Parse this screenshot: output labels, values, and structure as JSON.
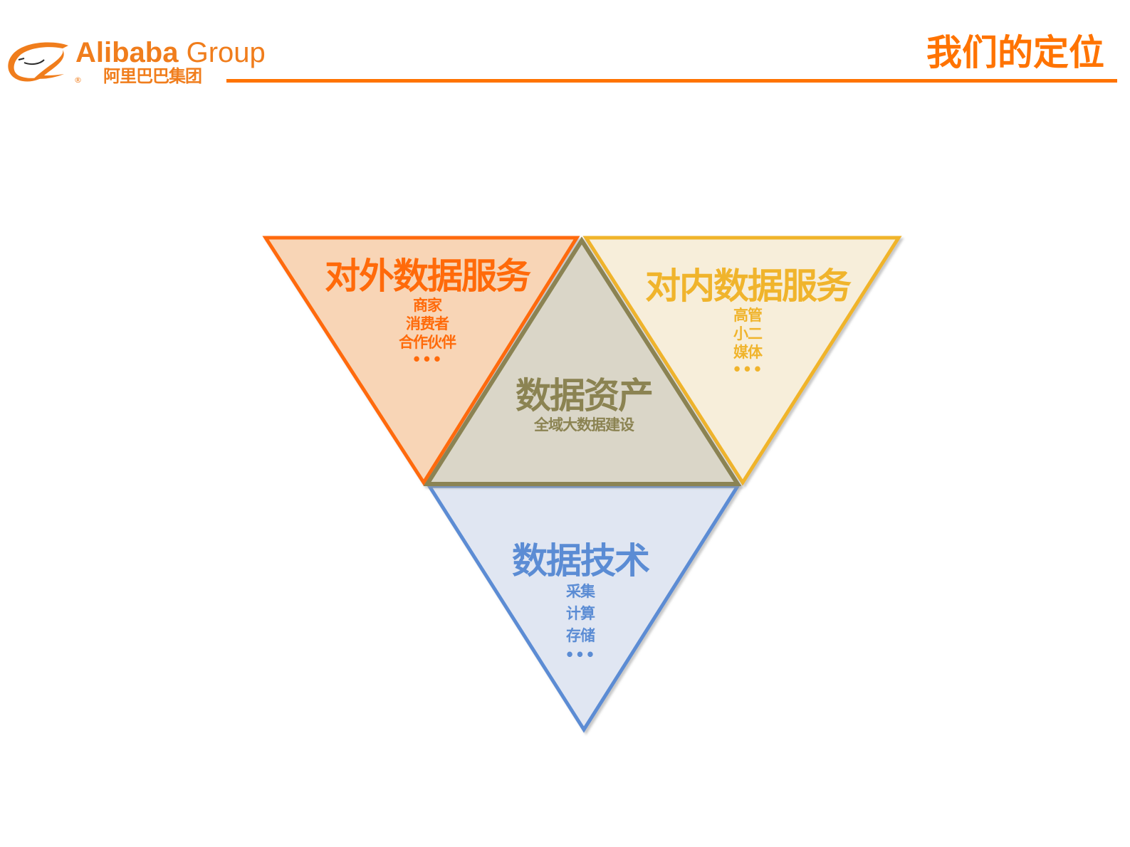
{
  "header": {
    "logo": {
      "english_bold": "Alibaba",
      "english_regular": "Group",
      "chinese": "阿里巴巴集团",
      "registered_mark": "®",
      "icon": "alibaba-smile-logo-icon"
    },
    "page_title": "我们的定位",
    "accent_color": "#FF7300"
  },
  "diagram": {
    "type": "inverted-triangle-tetrad",
    "nodes": [
      {
        "id": "external",
        "title": "对外数据服务",
        "items": [
          "商家",
          "消费者",
          "合作伙伴"
        ],
        "ellipsis": "•••",
        "fill": "#F8D5B6",
        "stroke": "#FF6A0A",
        "text_color": "#FF6A0A",
        "position": "top-left, pointing down"
      },
      {
        "id": "internal",
        "title": "对内数据服务",
        "items": [
          "高管",
          "小二",
          "媒体"
        ],
        "ellipsis": "•••",
        "fill": "#F7EEDA",
        "stroke": "#F0B42C",
        "text_color": "#F0B42C",
        "position": "top-right, pointing down"
      },
      {
        "id": "assets",
        "title": "数据资产",
        "subtitle": "全域大数据建设",
        "fill": "#DAD6C8",
        "stroke": "#8B8352",
        "text_color": "#8B8352",
        "position": "center, pointing up"
      },
      {
        "id": "tech",
        "title": "数据技术",
        "items": [
          "采集",
          "计算",
          "存储"
        ],
        "ellipsis": "•••",
        "fill": "#E0E6F2",
        "stroke": "#5B8CD4",
        "text_color": "#5B8CD4",
        "position": "bottom, pointing down"
      }
    ]
  }
}
